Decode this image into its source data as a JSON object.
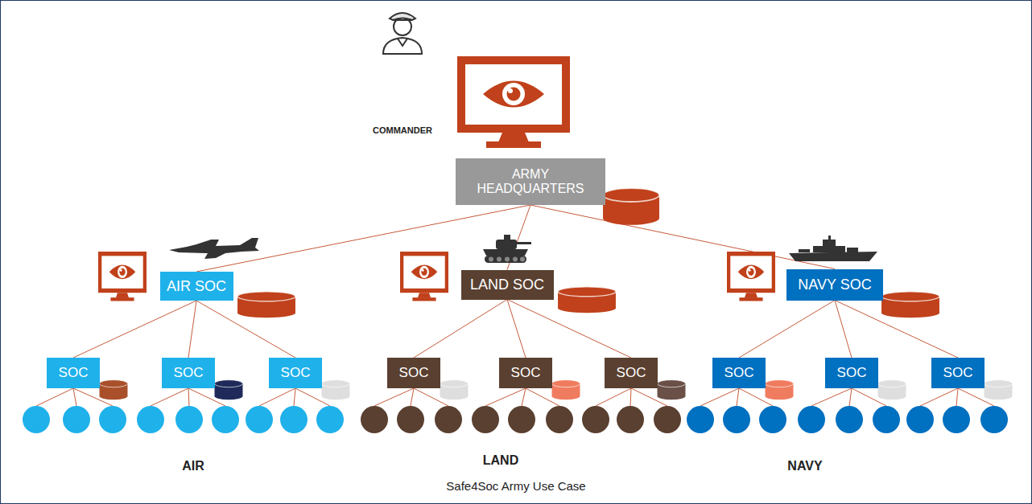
{
  "diagram": {
    "caption": "Safe4Soc Army Use Case",
    "nodes": [
      {
        "text": [
          "ARMY HEADQUARTERS"
        ]
      },
      {
        "text": [
          "AIR SOC"
        ]
      },
      {
        "text": [
          "LAND SOC"
        ]
      },
      {
        "text": [
          "NAVY SOC"
        ]
      },
      {
        "text": [
          "SOC"
        ]
      },
      {
        "text": [
          "SOC"
        ]
      },
      {
        "text": [
          "SOC"
        ]
      },
      {
        "text": [
          "SOC"
        ]
      },
      {
        "text": [
          "SOC"
        ]
      },
      {
        "text": [
          "SOC"
        ]
      },
      {
        "text": [
          "SOC"
        ]
      },
      {
        "text": [
          "SOC"
        ]
      },
      {
        "text": [
          "SOC"
        ]
      }
    ],
    "edges": [
      {
        "from": 0,
        "to": 1,
        "arrow": "none"
      },
      {
        "from": 0,
        "to": 2,
        "arrow": "none"
      },
      {
        "from": 0,
        "to": 3,
        "arrow": "none"
      },
      {
        "from": 1,
        "to": 4,
        "arrow": "none"
      },
      {
        "from": 1,
        "to": 5,
        "arrow": "none"
      },
      {
        "from": 1,
        "to": 6,
        "arrow": "none"
      },
      {
        "from": 2,
        "to": 7,
        "arrow": "none"
      },
      {
        "from": 2,
        "to": 8,
        "arrow": "none"
      },
      {
        "from": 2,
        "to": 9,
        "arrow": "none"
      },
      {
        "from": 3,
        "to": 10,
        "arrow": "none"
      },
      {
        "from": 3,
        "to": 11,
        "arrow": "none"
      },
      {
        "from": 3,
        "to": 12,
        "arrow": "none"
      }
    ],
    "labels": [
      "COMMANDER",
      "AIR",
      "LAND",
      "NAVY"
    ]
  }
}
